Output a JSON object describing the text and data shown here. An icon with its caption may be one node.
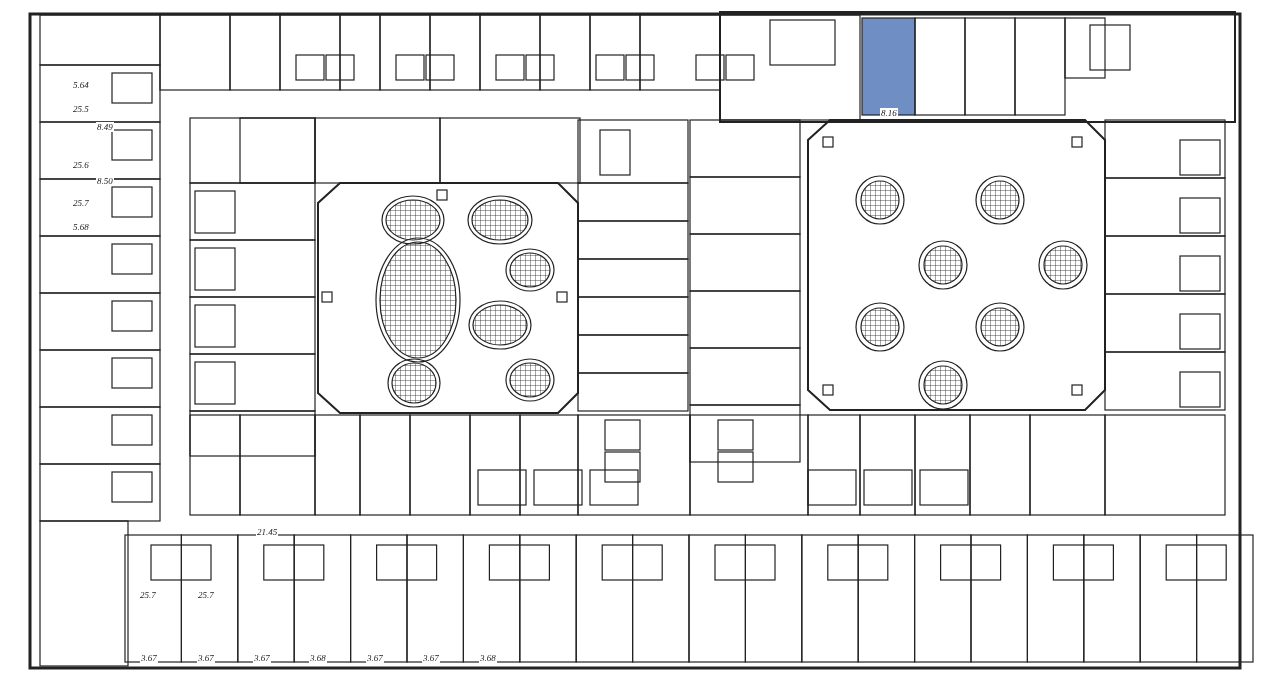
{
  "diagram": {
    "labels": [
      "5.64",
      "25.5",
      "8.49",
      "25.6",
      "8.50",
      "25.7",
      "5.68",
      "8.16",
      "21.45",
      "25.7",
      "25.7",
      "3.67",
      "3.67",
      "3.67",
      "3.68",
      "3.67",
      "3.67",
      "3.68"
    ]
  }
}
